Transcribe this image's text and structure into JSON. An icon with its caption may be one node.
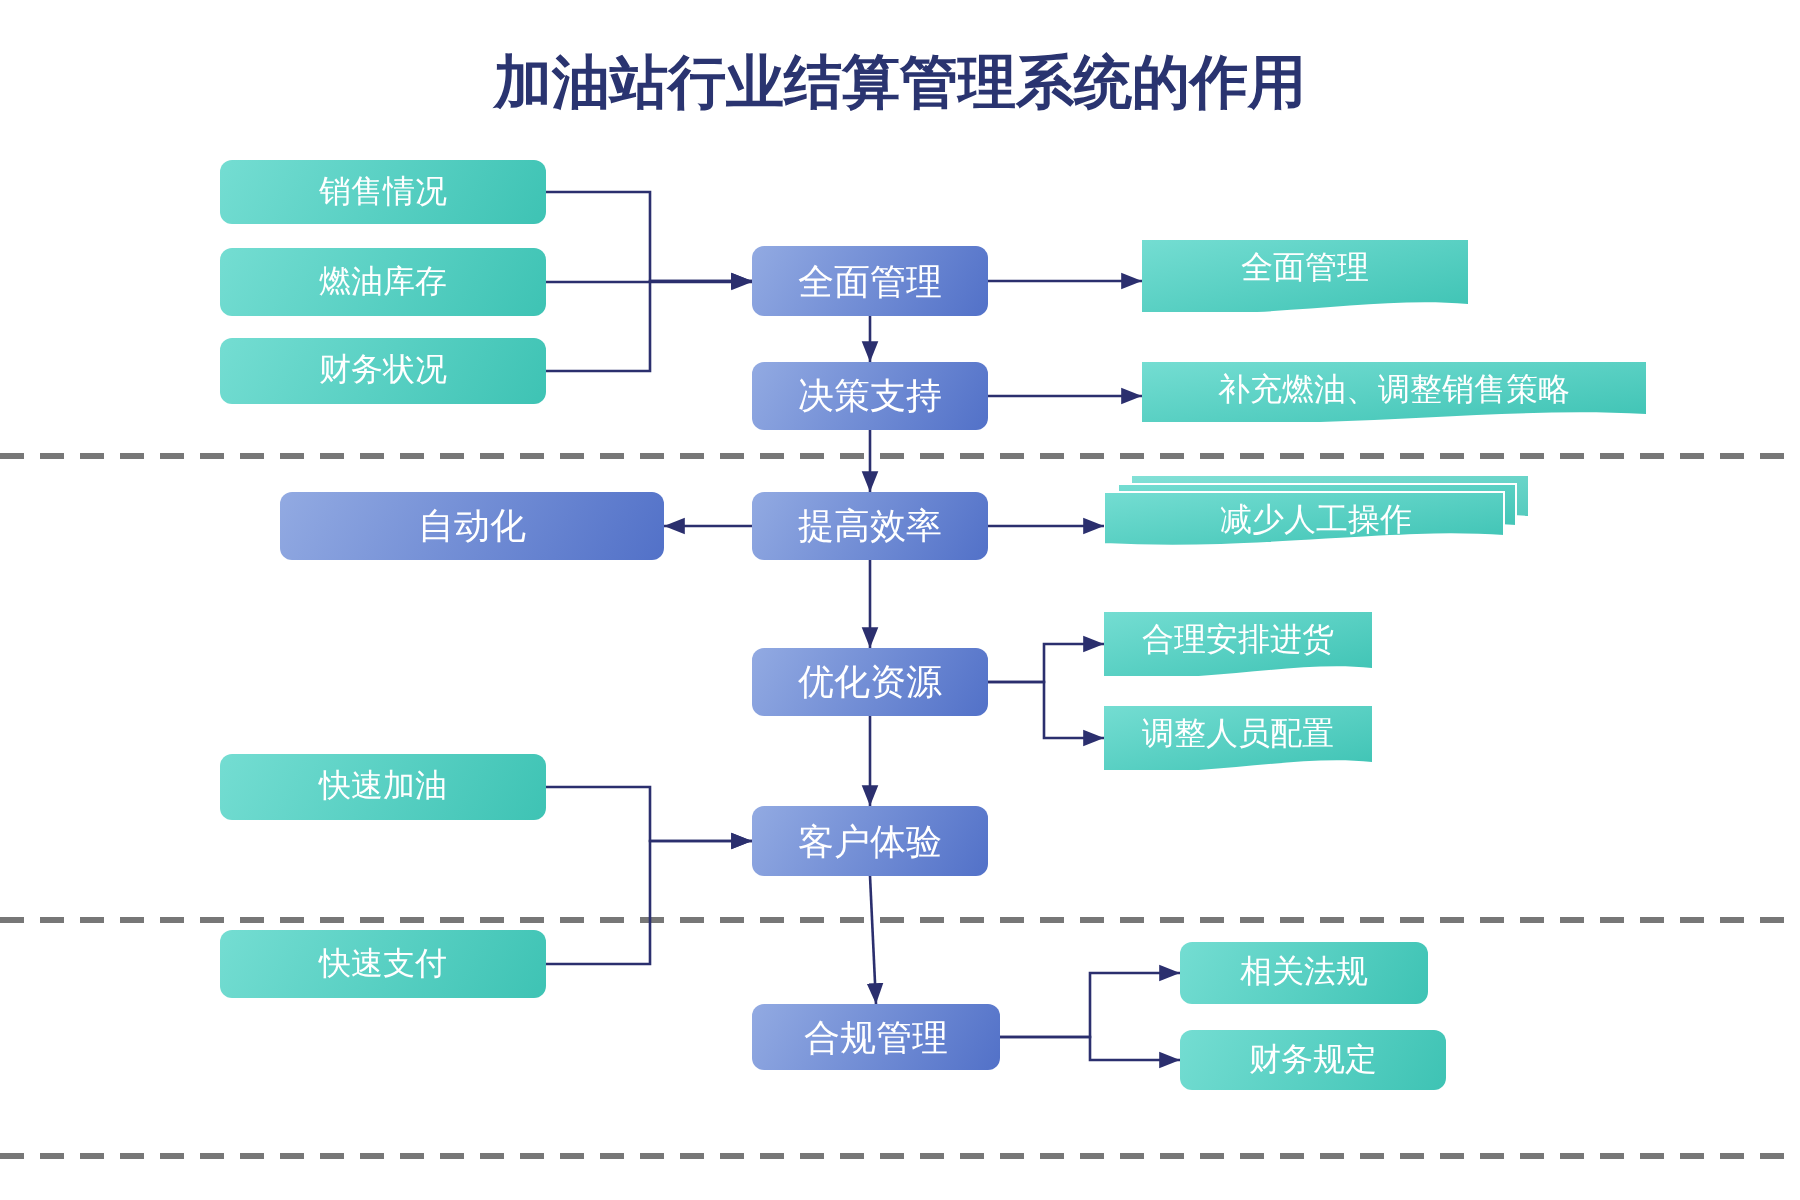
{
  "diagram": {
    "title": "加油站行业结算管理系统的作用",
    "nodes": [
      {
        "text": [
          "销售情况"
        ]
      },
      {
        "text": [
          "燃油库存"
        ]
      },
      {
        "text": [
          "财务状况"
        ]
      },
      {
        "text": [
          "全面管理"
        ]
      },
      {
        "text": [
          "全面管理"
        ]
      },
      {
        "text": [
          "决策支持"
        ]
      },
      {
        "text": [
          "补充燃油、调整销售策略"
        ]
      },
      {
        "text": [
          "自动化"
        ]
      },
      {
        "text": [
          "提高效率"
        ]
      },
      {
        "text": [
          "减少人工操作"
        ]
      },
      {
        "text": [
          "优化资源"
        ]
      },
      {
        "text": [
          "合理安排进货"
        ]
      },
      {
        "text": [
          "调整人员配置"
        ]
      },
      {
        "text": [
          "快速加油"
        ]
      },
      {
        "text": [
          "客户体验"
        ]
      },
      {
        "text": [
          "快速支付"
        ]
      },
      {
        "text": [
          "合规管理"
        ]
      },
      {
        "text": [
          "相关法规"
        ]
      },
      {
        "text": [
          "财务规定"
        ]
      }
    ],
    "edges": [
      {
        "from": 0,
        "to": 3,
        "arrow": "to"
      },
      {
        "from": 1,
        "to": 3,
        "arrow": "to"
      },
      {
        "from": 2,
        "to": 3,
        "arrow": "to"
      },
      {
        "from": 3,
        "to": 4,
        "arrow": "to"
      },
      {
        "from": 3,
        "to": 5,
        "arrow": "to"
      },
      {
        "from": 5,
        "to": 6,
        "arrow": "to"
      },
      {
        "from": 5,
        "to": 8,
        "arrow": "to"
      },
      {
        "from": 8,
        "to": 7,
        "arrow": "to"
      },
      {
        "from": 8,
        "to": 9,
        "arrow": "to"
      },
      {
        "from": 8,
        "to": 10,
        "arrow": "to"
      },
      {
        "from": 10,
        "to": 11,
        "arrow": "to"
      },
      {
        "from": 10,
        "to": 12,
        "arrow": "to"
      },
      {
        "from": 10,
        "to": 14,
        "arrow": "to"
      },
      {
        "from": 13,
        "to": 14,
        "arrow": "to"
      },
      {
        "from": 15,
        "to": 14,
        "arrow": "to"
      },
      {
        "from": 14,
        "to": 16,
        "arrow": "to"
      },
      {
        "from": 16,
        "to": 17,
        "arrow": "to"
      },
      {
        "from": 16,
        "to": 18,
        "arrow": "to"
      }
    ]
  }
}
